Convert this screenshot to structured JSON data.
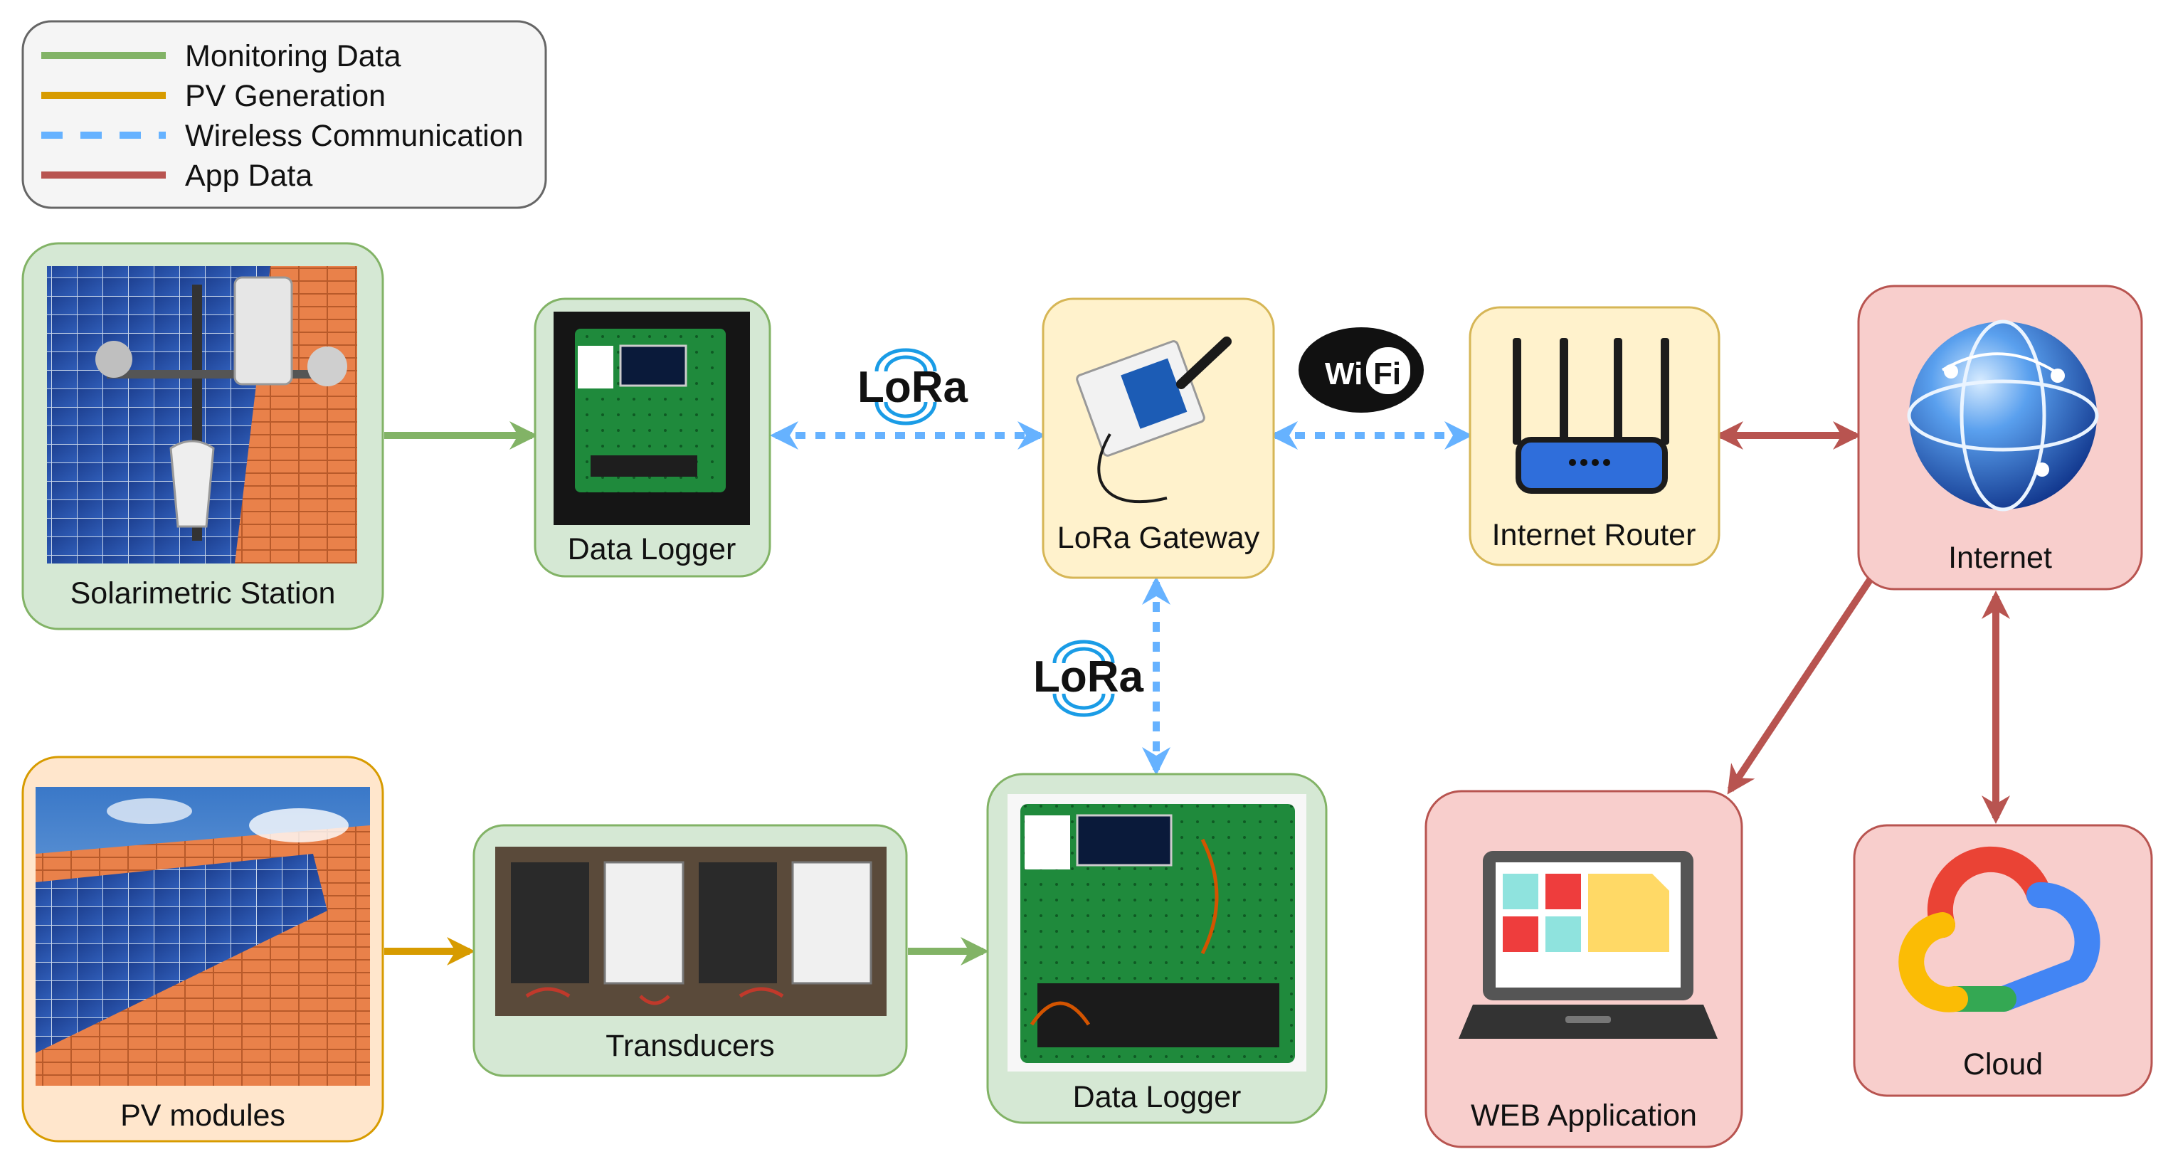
{
  "legend": [
    {
      "label": "Monitoring Data",
      "color": "#82b366",
      "style": "solid"
    },
    {
      "label": "PV Generation",
      "color": "#d79b00",
      "style": "solid"
    },
    {
      "label": "Wireless Communication",
      "color": "#66b2ff",
      "style": "dashed"
    },
    {
      "label": "App Data",
      "color": "#b85450",
      "style": "solid"
    }
  ],
  "nodes": {
    "solarimetric_station": "Solarimetric Station",
    "data_logger_top": "Data Logger",
    "lora_gateway": "LoRa Gateway",
    "internet_router": "Internet Router",
    "internet": "Internet",
    "pv_modules": "PV modules",
    "transducers": "Transducers",
    "data_logger_bottom": "Data Logger",
    "web_application": "WEB Application",
    "cloud": "Cloud"
  },
  "badges": {
    "lora_top": "LoRa",
    "lora_mid": "LoRa",
    "wifi_left": "Wi",
    "wifi_right": "Fi"
  },
  "colors": {
    "green_fill": "#d5e8d4",
    "green_stroke": "#82b366",
    "yellow_fill": "#fff2cc",
    "yellow_stroke": "#d6b656",
    "orange_fill": "#ffe6cc",
    "orange_stroke": "#d79b00",
    "red_fill": "#f8cecc",
    "red_stroke": "#b85450",
    "wireless": "#66b2ff"
  },
  "icons": [
    "weather-station-photo",
    "data-logger-photo",
    "lora-gateway-board-icon",
    "router-icon",
    "globe-icon",
    "solar-panels-photo",
    "transducers-photo",
    "data-logger-board-photo",
    "laptop-icon",
    "google-cloud-icon",
    "wifi-icon",
    "lora-signal-icon"
  ]
}
